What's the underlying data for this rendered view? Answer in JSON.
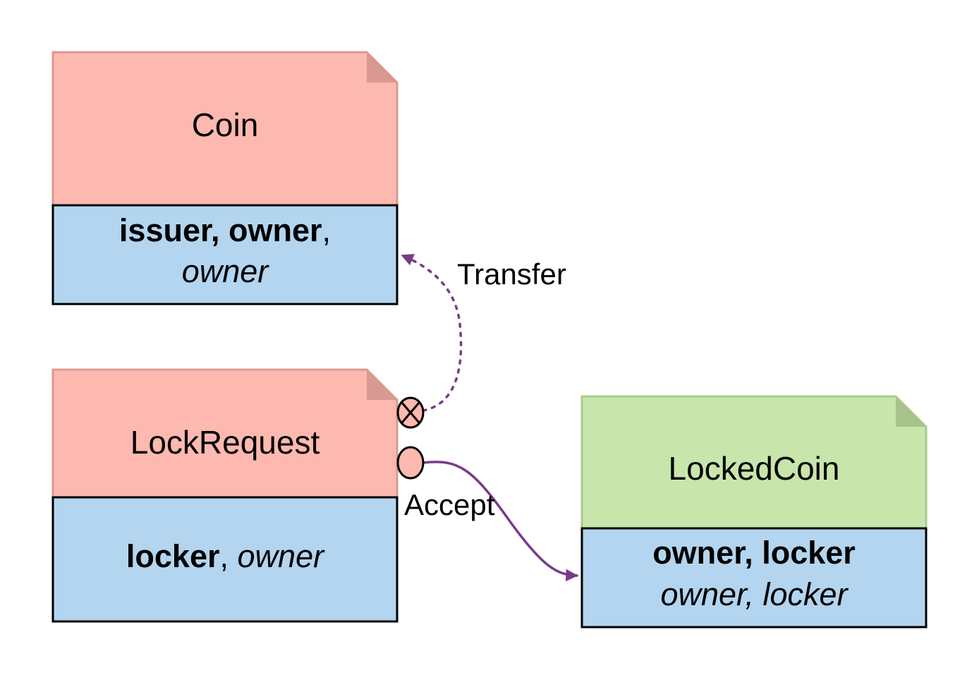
{
  "colors": {
    "template_fill": "#fdb9b0",
    "template_stroke": "#d99892",
    "template_fold": "#d99892",
    "locked_fill": "#c8e6ab",
    "locked_stroke": "#a9ca8c",
    "locked_fold": "#a9c38d",
    "fields_fill": "#b3d5ef",
    "arrow": "#7a3a88"
  },
  "templates": {
    "coin": {
      "name": "Coin",
      "signatories": "issuer, owner",
      "signatories_sep": ",",
      "observers": "owner"
    },
    "lock_request": {
      "name": "LockRequest",
      "signatories": "locker",
      "signatories_sep": ", ",
      "observers": "owner"
    },
    "locked_coin": {
      "name": "LockedCoin",
      "signatories": "owner, locker",
      "observers": "owner, locker"
    }
  },
  "choices": {
    "transfer": {
      "label": "Transfer",
      "icon": "consuming-choice-x-icon"
    },
    "accept": {
      "label": "Accept",
      "icon": "choice-circle-icon"
    }
  }
}
